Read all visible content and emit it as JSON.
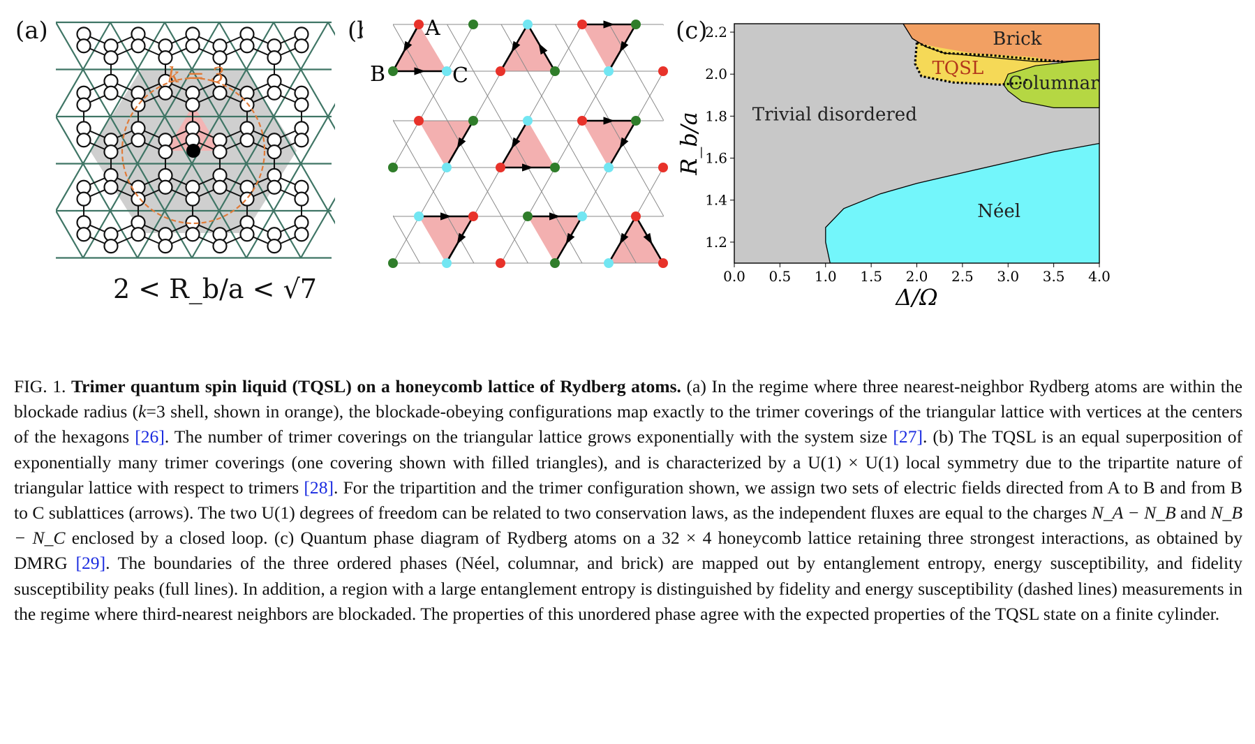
{
  "panel_a": {
    "label": "(a)",
    "k_label": "k = 3",
    "formula": "2 < R_b/a < √7",
    "colors": {
      "lattice": "#3f7565",
      "shell": "#e07b39",
      "trimer": "#f3b4b4",
      "shade": "#cfcfcf"
    }
  },
  "panel_b": {
    "label": "(b)",
    "sites": {
      "A": "A",
      "B": "B",
      "C": "C"
    },
    "colors": {
      "A": "#e8322a",
      "B": "#2f7d2a",
      "C": "#72e6f2",
      "trimer": "#f3b0b0"
    }
  },
  "panel_c": {
    "label": "(c)",
    "chart_data": {
      "type": "area",
      "xlabel": "Δ/Ω",
      "ylabel": "R_b/a",
      "xlim": [
        0.0,
        4.0
      ],
      "ylim": [
        1.1,
        2.24
      ],
      "xticks": [
        "0.0",
        "0.5",
        "1.0",
        "1.5",
        "2.0",
        "2.5",
        "3.0",
        "3.5",
        "4.0"
      ],
      "yticks": [
        "1.2",
        "1.4",
        "1.6",
        "1.8",
        "2.0",
        "2.2"
      ],
      "regions": [
        {
          "name": "Trivial disordered",
          "color": "#c8c8c8"
        },
        {
          "name": "Brick",
          "color": "#f2a063"
        },
        {
          "name": "TQSL",
          "color": "#f5d957"
        },
        {
          "name": "Columnar",
          "color": "#b5d743"
        },
        {
          "name": "Néel",
          "color": "#73f6fb"
        }
      ],
      "boundaries": {
        "neel": [
          [
            1.05,
            1.1
          ],
          [
            1.0,
            1.2
          ],
          [
            1.0,
            1.27
          ],
          [
            1.2,
            1.36
          ],
          [
            1.6,
            1.43
          ],
          [
            2.0,
            1.48
          ],
          [
            2.5,
            1.53
          ],
          [
            3.0,
            1.58
          ],
          [
            3.5,
            1.63
          ],
          [
            4.0,
            1.67
          ]
        ],
        "brick": [
          [
            1.85,
            2.24
          ],
          [
            1.95,
            2.17
          ],
          [
            2.1,
            2.13
          ],
          [
            2.3,
            2.1
          ],
          [
            2.8,
            2.08
          ],
          [
            3.3,
            2.06
          ],
          [
            3.6,
            2.06
          ],
          [
            4.0,
            2.07
          ]
        ],
        "tqsl": [
          [
            2.0,
            2.15
          ],
          [
            1.98,
            2.05
          ],
          [
            2.05,
            1.99
          ],
          [
            2.4,
            1.96
          ],
          [
            2.9,
            1.95
          ],
          [
            3.2,
            1.96
          ],
          [
            3.4,
            2.04
          ],
          [
            3.5,
            2.06
          ]
        ],
        "columnar": [
          [
            2.95,
            1.95
          ],
          [
            3.0,
            1.92
          ],
          [
            3.15,
            1.87
          ],
          [
            3.5,
            1.84
          ],
          [
            4.0,
            1.84
          ],
          [
            4.0,
            2.07
          ],
          [
            3.7,
            2.06
          ],
          [
            3.3,
            2.04
          ],
          [
            3.0,
            2.0
          ]
        ]
      }
    }
  },
  "caption": {
    "fig": "FIG. 1.",
    "title": "Trimer quantum spin liquid (TQSL) on a honeycomb lattice of Rydberg atoms.",
    "s1": "(a) In the regime where three nearest-neighbor Rydberg atoms are within the blockade radius (",
    "k": "k",
    "eq3": "=3",
    "s2": " shell, shown in orange), the blockade-obeying configurations map exactly to the trimer coverings of the triangular lattice with vertices at the centers of the hexagons ",
    "r26": "[26]",
    "s3": ". The number of trimer coverings on the triangular lattice grows exponentially with the system size ",
    "r27": "[27]",
    "s4": ". (b) The TQSL is an equal superposition of exponentially many trimer coverings (one covering shown with filled triangles), and is characterized by a U(1) × U(1) local symmetry due to the tripartite nature of triangular lattice with respect to trimers ",
    "r28": "[28]",
    "s5": ". For the tripartition and the trimer configuration shown, we assign two sets of electric fields directed from A to B and from B to C sublattices (arrows). The two U(1) degrees of freedom can be related to two conservation laws, as the independent fluxes are equal to the charges ",
    "nab": "N_A − N_B",
    "and": " and ",
    "nbc": "N_B − N_C",
    "s6": " enclosed by a closed loop. (c) Quantum phase diagram of Rydberg atoms on a 32 × 4 honeycomb lattice retaining three strongest interactions, as obtained by DMRG ",
    "r29": "[29]",
    "s7": ". The boundaries of the three ordered phases (Néel, columnar, and brick) are mapped out by entanglement entropy, energy susceptibility, and fidelity susceptibility peaks (full lines). In addition, a region with a large entanglement entropy is distinguished by fidelity and energy susceptibility (dashed lines) measurements in the regime where third-nearest neighbors are blockaded. The properties of this unordered phase agree with the expected properties of the TQSL state on a finite cylinder."
  }
}
